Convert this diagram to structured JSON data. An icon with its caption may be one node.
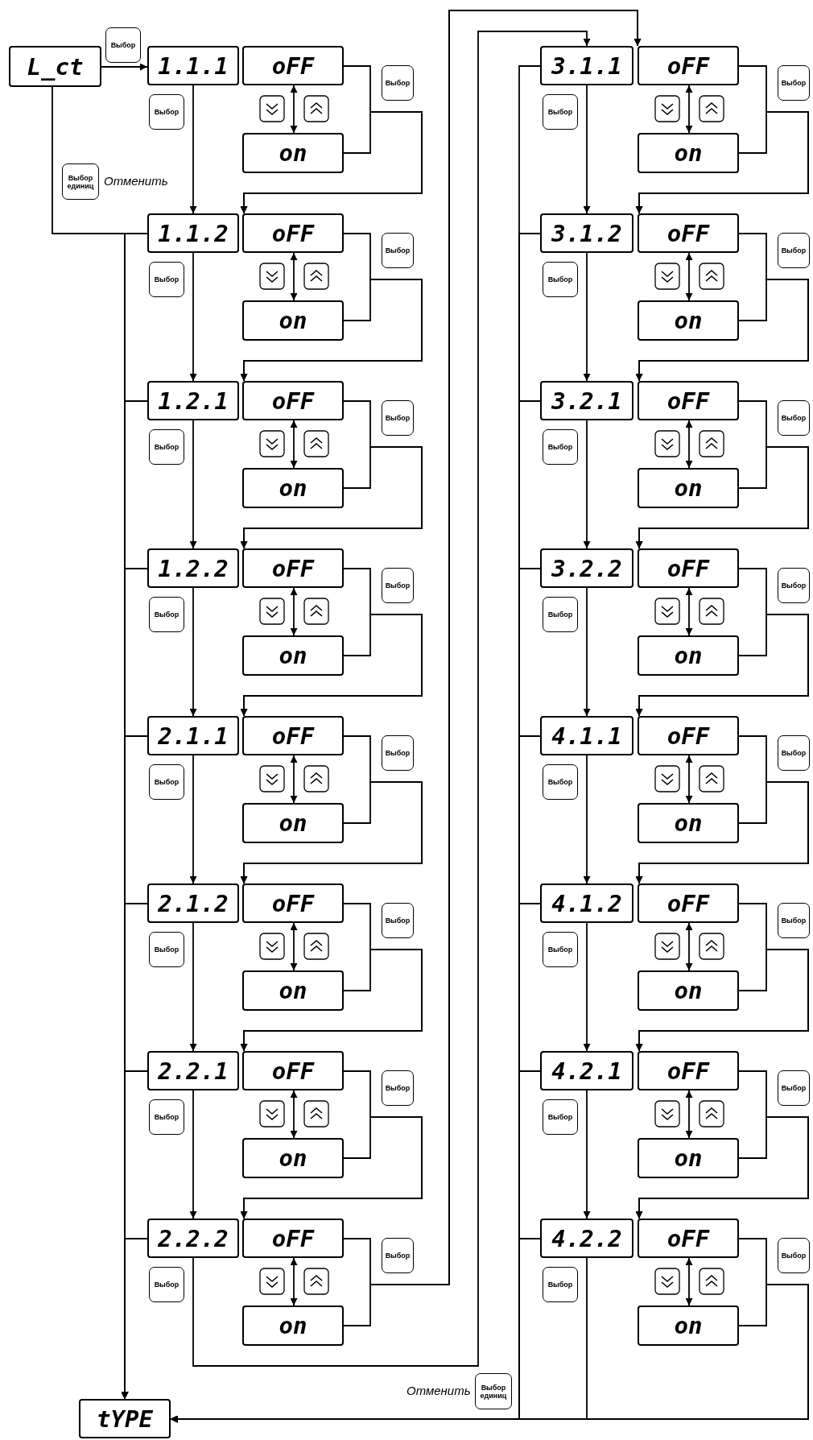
{
  "diagram": {
    "nodes": [
      {
        "text": [
          "L_ct"
        ]
      },
      {
        "text": [
          "1.1.1"
        ]
      },
      {
        "text": [
          "oFF"
        ]
      },
      {
        "text": [
          "on"
        ]
      },
      {
        "text": [
          "1.1.2"
        ]
      },
      {
        "text": [
          "oFF"
        ]
      },
      {
        "text": [
          "on"
        ]
      },
      {
        "text": [
          "1.2.1"
        ]
      },
      {
        "text": [
          "oFF"
        ]
      },
      {
        "text": [
          "on"
        ]
      },
      {
        "text": [
          "1.2.2"
        ]
      },
      {
        "text": [
          "oFF"
        ]
      },
      {
        "text": [
          "on"
        ]
      },
      {
        "text": [
          "2.1.1"
        ]
      },
      {
        "text": [
          "oFF"
        ]
      },
      {
        "text": [
          "on"
        ]
      },
      {
        "text": [
          "2.1.2"
        ]
      },
      {
        "text": [
          "oFF"
        ]
      },
      {
        "text": [
          "on"
        ]
      },
      {
        "text": [
          "2.2.1"
        ]
      },
      {
        "text": [
          "oFF"
        ]
      },
      {
        "text": [
          "on"
        ]
      },
      {
        "text": [
          "2.2.2"
        ]
      },
      {
        "text": [
          "oFF"
        ]
      },
      {
        "text": [
          "on"
        ]
      },
      {
        "text": [
          "3.1.1"
        ]
      },
      {
        "text": [
          "oFF"
        ]
      },
      {
        "text": [
          "on"
        ]
      },
      {
        "text": [
          "3.1.2"
        ]
      },
      {
        "text": [
          "oFF"
        ]
      },
      {
        "text": [
          "on"
        ]
      },
      {
        "text": [
          "3.2.1"
        ]
      },
      {
        "text": [
          "oFF"
        ]
      },
      {
        "text": [
          "on"
        ]
      },
      {
        "text": [
          "3.2.2"
        ]
      },
      {
        "text": [
          "oFF"
        ]
      },
      {
        "text": [
          "on"
        ]
      },
      {
        "text": [
          "4.1.1"
        ]
      },
      {
        "text": [
          "oFF"
        ]
      },
      {
        "text": [
          "on"
        ]
      },
      {
        "text": [
          "4.1.2"
        ]
      },
      {
        "text": [
          "oFF"
        ]
      },
      {
        "text": [
          "on"
        ]
      },
      {
        "text": [
          "4.2.1"
        ]
      },
      {
        "text": [
          "oFF"
        ]
      },
      {
        "text": [
          "on"
        ]
      },
      {
        "text": [
          "4.2.2"
        ]
      },
      {
        "text": [
          "oFF"
        ]
      },
      {
        "text": [
          "on"
        ]
      },
      {
        "text": [
          "tYPE"
        ]
      }
    ],
    "edges": [
      {
        "from": 0,
        "to": 1,
        "arrow": "to",
        "label": "Выбор"
      },
      {
        "from": 0,
        "to": 49,
        "arrow": "to",
        "label": "Выбор единиц"
      },
      {
        "from": 1,
        "to": 4,
        "arrow": "to",
        "label": "Выбор"
      },
      {
        "from": 2,
        "to": 3,
        "arrow": "both"
      },
      {
        "from": 2,
        "to": 5,
        "arrow": "to",
        "label": "Выбор"
      },
      {
        "from": 3,
        "to": 5,
        "arrow": "to"
      },
      {
        "from": 4,
        "to": 7,
        "arrow": "to",
        "label": "Выбор"
      },
      {
        "from": 5,
        "to": 6,
        "arrow": "both"
      },
      {
        "from": 5,
        "to": 8,
        "arrow": "to",
        "label": "Выбор"
      },
      {
        "from": 6,
        "to": 8,
        "arrow": "to"
      },
      {
        "from": 4,
        "to": 49,
        "arrow": "to"
      },
      {
        "from": 7,
        "to": 10,
        "arrow": "to",
        "label": "Выбор"
      },
      {
        "from": 8,
        "to": 9,
        "arrow": "both"
      },
      {
        "from": 8,
        "to": 11,
        "arrow": "to",
        "label": "Выбор"
      },
      {
        "from": 9,
        "to": 11,
        "arrow": "to"
      },
      {
        "from": 7,
        "to": 49,
        "arrow": "to"
      },
      {
        "from": 10,
        "to": 13,
        "arrow": "to",
        "label": "Выбор"
      },
      {
        "from": 11,
        "to": 12,
        "arrow": "both"
      },
      {
        "from": 11,
        "to": 14,
        "arrow": "to",
        "label": "Выбор"
      },
      {
        "from": 12,
        "to": 14,
        "arrow": "to"
      },
      {
        "from": 10,
        "to": 49,
        "arrow": "to"
      },
      {
        "from": 13,
        "to": 16,
        "arrow": "to",
        "label": "Выбор"
      },
      {
        "from": 14,
        "to": 15,
        "arrow": "both"
      },
      {
        "from": 14,
        "to": 17,
        "arrow": "to",
        "label": "Выбор"
      },
      {
        "from": 15,
        "to": 17,
        "arrow": "to"
      },
      {
        "from": 13,
        "to": 49,
        "arrow": "to"
      },
      {
        "from": 16,
        "to": 19,
        "arrow": "to",
        "label": "Выбор"
      },
      {
        "from": 17,
        "to": 18,
        "arrow": "both"
      },
      {
        "from": 17,
        "to": 20,
        "arrow": "to",
        "label": "Выбор"
      },
      {
        "from": 18,
        "to": 20,
        "arrow": "to"
      },
      {
        "from": 16,
        "to": 49,
        "arrow": "to"
      },
      {
        "from": 19,
        "to": 22,
        "arrow": "to",
        "label": "Выбор"
      },
      {
        "from": 20,
        "to": 21,
        "arrow": "both"
      },
      {
        "from": 20,
        "to": 23,
        "arrow": "to",
        "label": "Выбор"
      },
      {
        "from": 21,
        "to": 23,
        "arrow": "to"
      },
      {
        "from": 19,
        "to": 49,
        "arrow": "to"
      },
      {
        "from": 22,
        "to": 25,
        "arrow": "to",
        "label": "Выбор"
      },
      {
        "from": 23,
        "to": 24,
        "arrow": "both"
      },
      {
        "from": 23,
        "to": 26,
        "arrow": "to",
        "label": "Выбор"
      },
      {
        "from": 24,
        "to": 26,
        "arrow": "to"
      },
      {
        "from": 22,
        "to": 49,
        "arrow": "to"
      },
      {
        "from": 25,
        "to": 28,
        "arrow": "to",
        "label": "Выбор"
      },
      {
        "from": 26,
        "to": 27,
        "arrow": "both"
      },
      {
        "from": 26,
        "to": 29,
        "arrow": "to",
        "label": "Выбор"
      },
      {
        "from": 27,
        "to": 29,
        "arrow": "to"
      },
      {
        "from": 25,
        "to": 49,
        "arrow": "to",
        "label": "Выбор единиц"
      },
      {
        "from": 28,
        "to": 31,
        "arrow": "to",
        "label": "Выбор"
      },
      {
        "from": 29,
        "to": 30,
        "arrow": "both"
      },
      {
        "from": 29,
        "to": 32,
        "arrow": "to",
        "label": "Выбор"
      },
      {
        "from": 30,
        "to": 32,
        "arrow": "to"
      },
      {
        "from": 28,
        "to": 49,
        "arrow": "to"
      },
      {
        "from": 31,
        "to": 34,
        "arrow": "to",
        "label": "Выбор"
      },
      {
        "from": 32,
        "to": 33,
        "arrow": "both"
      },
      {
        "from": 32,
        "to": 35,
        "arrow": "to",
        "label": "Выбор"
      },
      {
        "from": 33,
        "to": 35,
        "arrow": "to"
      },
      {
        "from": 31,
        "to": 49,
        "arrow": "to"
      },
      {
        "from": 34,
        "to": 37,
        "arrow": "to",
        "label": "Выбор"
      },
      {
        "from": 35,
        "to": 36,
        "arrow": "both"
      },
      {
        "from": 35,
        "to": 38,
        "arrow": "to",
        "label": "Выбор"
      },
      {
        "from": 36,
        "to": 38,
        "arrow": "to"
      },
      {
        "from": 34,
        "to": 49,
        "arrow": "to"
      },
      {
        "from": 37,
        "to": 40,
        "arrow": "to",
        "label": "Выбор"
      },
      {
        "from": 38,
        "to": 39,
        "arrow": "both"
      },
      {
        "from": 38,
        "to": 41,
        "arrow": "to",
        "label": "Выбор"
      },
      {
        "from": 39,
        "to": 41,
        "arrow": "to"
      },
      {
        "from": 37,
        "to": 49,
        "arrow": "to"
      },
      {
        "from": 40,
        "to": 43,
        "arrow": "to",
        "label": "Выбор"
      },
      {
        "from": 41,
        "to": 42,
        "arrow": "both"
      },
      {
        "from": 41,
        "to": 44,
        "arrow": "to",
        "label": "Выбор"
      },
      {
        "from": 42,
        "to": 44,
        "arrow": "to"
      },
      {
        "from": 40,
        "to": 49,
        "arrow": "to"
      },
      {
        "from": 43,
        "to": 46,
        "arrow": "to",
        "label": "Выбор"
      },
      {
        "from": 44,
        "to": 45,
        "arrow": "both"
      },
      {
        "from": 44,
        "to": 47,
        "arrow": "to",
        "label": "Выбор"
      },
      {
        "from": 45,
        "to": 47,
        "arrow": "to"
      },
      {
        "from": 43,
        "to": 49,
        "arrow": "to"
      },
      {
        "from": 46,
        "to": 49,
        "arrow": "to",
        "label": "Выбор"
      },
      {
        "from": 47,
        "to": 48,
        "arrow": "both"
      },
      {
        "from": 47,
        "to": 49,
        "arrow": "to",
        "label": "Выбор"
      },
      {
        "from": 48,
        "to": 49,
        "arrow": "to"
      },
      {
        "from": 46,
        "to": 49,
        "arrow": "to"
      }
    ],
    "labels": [
      "Отменить",
      "Отменить"
    ]
  }
}
